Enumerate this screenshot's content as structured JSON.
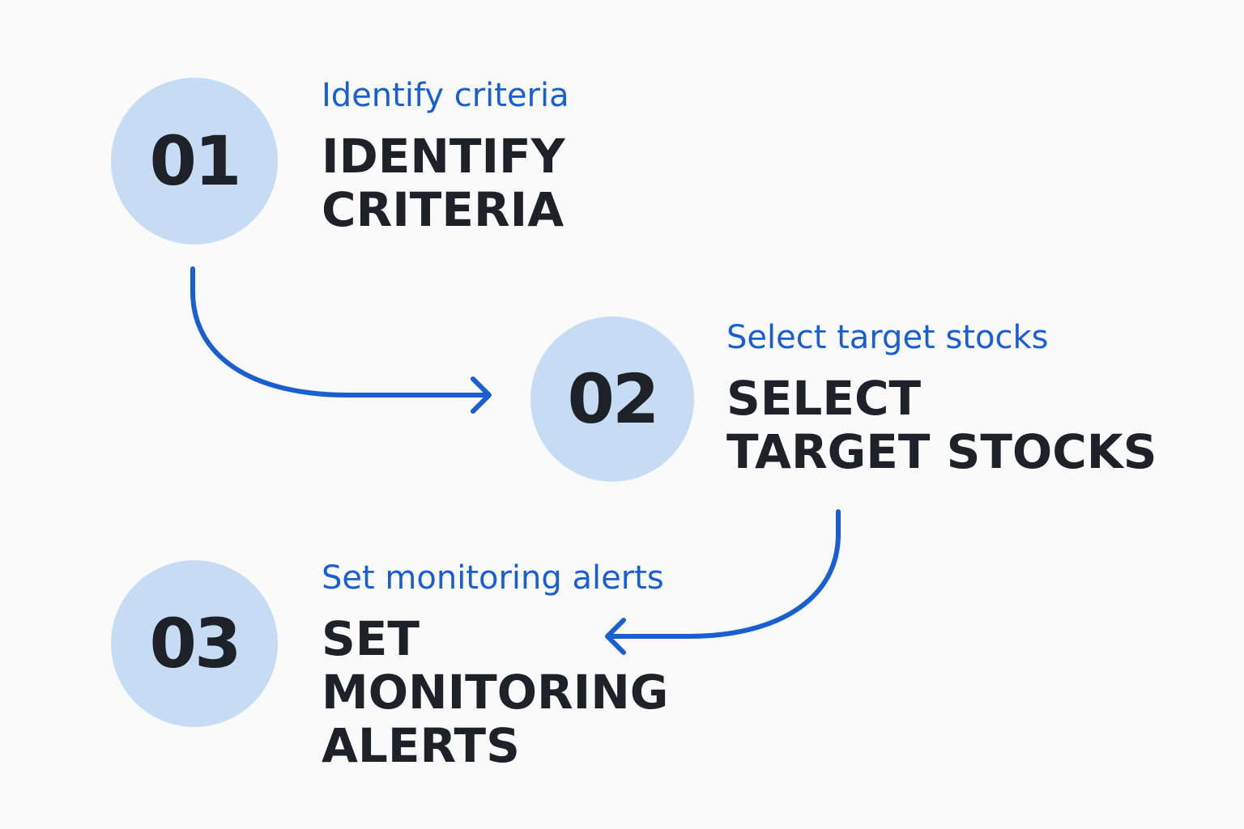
{
  "colors": {
    "background": "#fafafa",
    "circle_fill": "#c6dcf5",
    "accent_blue": "#1a5fd1",
    "text_dark": "#1e2228"
  },
  "steps": [
    {
      "number": "01",
      "subtitle": "Identify criteria",
      "title": "IDENTIFY\nCRITERIA"
    },
    {
      "number": "02",
      "subtitle": "Select target stocks",
      "title": "SELECT\nTARGET STOCKS"
    },
    {
      "number": "03",
      "subtitle": "Set monitoring alerts",
      "title": "SET\nMONITORING\nALERTS"
    }
  ]
}
